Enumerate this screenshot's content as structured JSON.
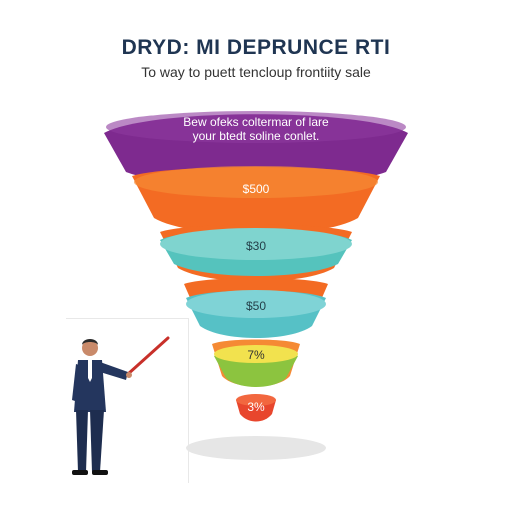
{
  "header": {
    "title": "DRYD: MI DEPRUNCE RTI",
    "subtitle": "To way to puett tencloup frontiity sale"
  },
  "funnel": {
    "stages": [
      {
        "line1": "Bew ofeks coltermar of lare",
        "line2": "your btedt soline conlet.",
        "color": "#7e2a8f",
        "text_color": "#ffffff"
      },
      {
        "label": "$500",
        "color": "#f36b23",
        "text_color": "#ffffff"
      },
      {
        "label": "$30",
        "color": "#55c3bd",
        "text_color": "#24404a"
      },
      {
        "label": "$50",
        "color": "#56c1c6",
        "text_color": "#24404a"
      },
      {
        "label": "7%",
        "color": "#f2e24e",
        "text_color": "#333333"
      },
      {
        "label": "3%",
        "color": "#e8462d",
        "text_color": "#ffffff"
      }
    ],
    "accent_colors": {
      "lime": "#8cc43f",
      "orange": "#f58a34",
      "presenter_suit": "#24365e",
      "pointer": "#c8302a"
    }
  },
  "presenter": {
    "icon": "presenter-with-pointer-icon"
  }
}
